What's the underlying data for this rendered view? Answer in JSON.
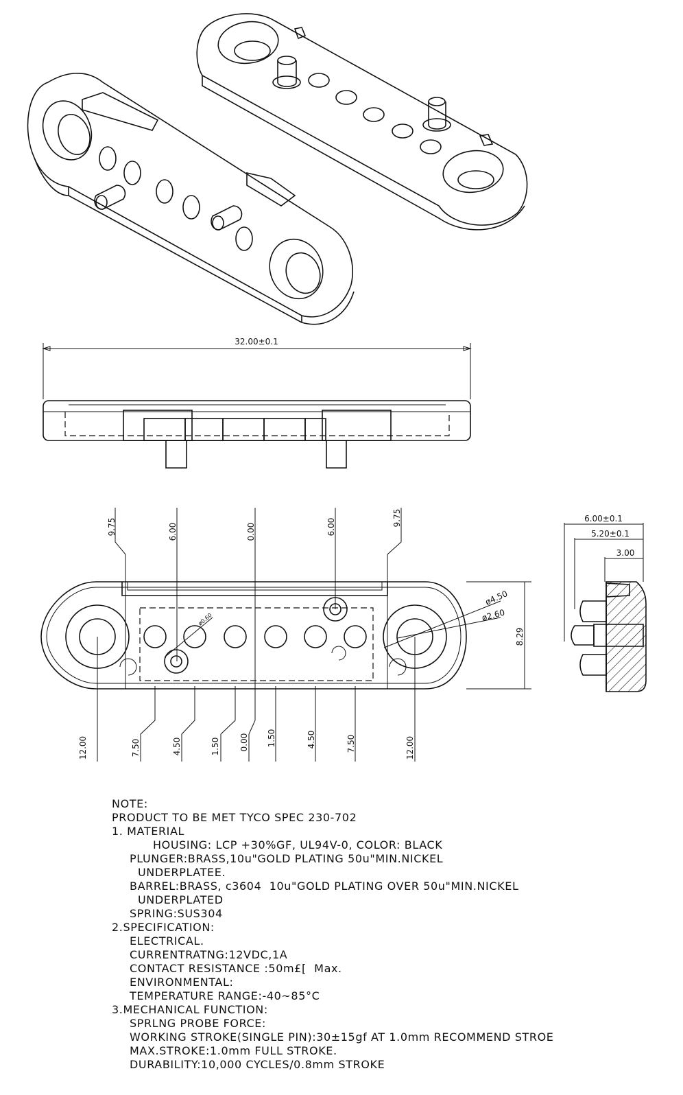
{
  "dimensions": {
    "overall_length": "32.00±0.1",
    "top_left_9_75": "9.75",
    "top_left_6_00": "6.00",
    "top_center_0_00": "0.00",
    "top_right_6_00": "6.00",
    "top_right_9_75": "9.75",
    "bottom": [
      "12.00",
      "7.50",
      "4.50",
      "1.50",
      "0.00",
      "1.50",
      "4.50",
      "7.50",
      "12.00"
    ],
    "hole_outer": "ø4.50",
    "hole_inner": "ø2.60",
    "height": "8.29",
    "side_total": "6.00±0.1",
    "side_body": "5.20±0.1",
    "side_pin": "3.00",
    "pin_label": "ø0.60"
  },
  "notes": {
    "heading": "NOTE:",
    "spec": "PRODUCT TO BE MET TYCO SPEC 230-702",
    "material_heading": "1. MATERIAL",
    "housing": "HOUSING: LCP +30%GF, UL94V-0, COLOR: BLACK",
    "plunger": "PLUNGER:BRASS,10u\"GOLD PLATING 50u\"MIN.NICKEL",
    "plunger_cont": "UNDERPLATEE.",
    "barrel": "BARREL:BRASS, c3604  10u\"GOLD PLATING OVER 50u\"MIN.NICKEL",
    "barrel_cont": "UNDERPLATED",
    "spring": "SPRING:SUS304",
    "spec_heading": "2.SPECIFICATION:",
    "electrical": "ELECTRICAL.",
    "current": "CURRENTRATNG:12VDC,1A",
    "resistance": "CONTACT RESISTANCE :50m£[  Max.",
    "environmental": "ENVIRONMENTAL:",
    "temperature": "TEMPERATURE RANGE:-40~85°C",
    "mech_heading": "3.MECHANICAL FUNCTION:",
    "force": "SPRLNG PROBE FORCE:",
    "working": "WORKING STROKE(SINGLE PIN):30±15gf AT 1.0mm RECOMMEND STROE",
    "max_stroke": "MAX.STROKE:1.0mm FULL STROKE.",
    "durability": "DURABILITY:10,000 CYCLES/0.8mm STROKE"
  }
}
